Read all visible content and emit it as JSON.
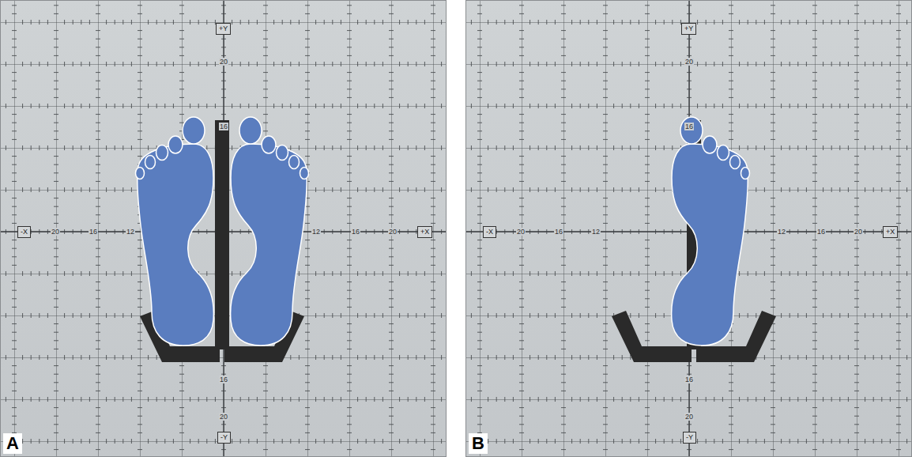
{
  "diagram": {
    "nodes": [
      {
        "text": [
          "+Y"
        ]
      },
      {
        "text": [
          "-X"
        ]
      },
      {
        "text": [
          "+X"
        ]
      },
      {
        "text": [
          "-Y"
        ]
      },
      {
        "text": [
          "+Y"
        ]
      },
      {
        "text": [
          "-X"
        ]
      },
      {
        "text": [
          "+X"
        ]
      },
      {
        "text": [
          "-Y"
        ]
      }
    ],
    "labels": [
      "20",
      "16",
      "20",
      "16",
      "12",
      "12",
      "16",
      "20",
      "16",
      "20",
      "A",
      "20",
      "16",
      "20",
      "16",
      "12",
      "12",
      "16",
      "20",
      "16",
      "20",
      "B"
    ]
  }
}
